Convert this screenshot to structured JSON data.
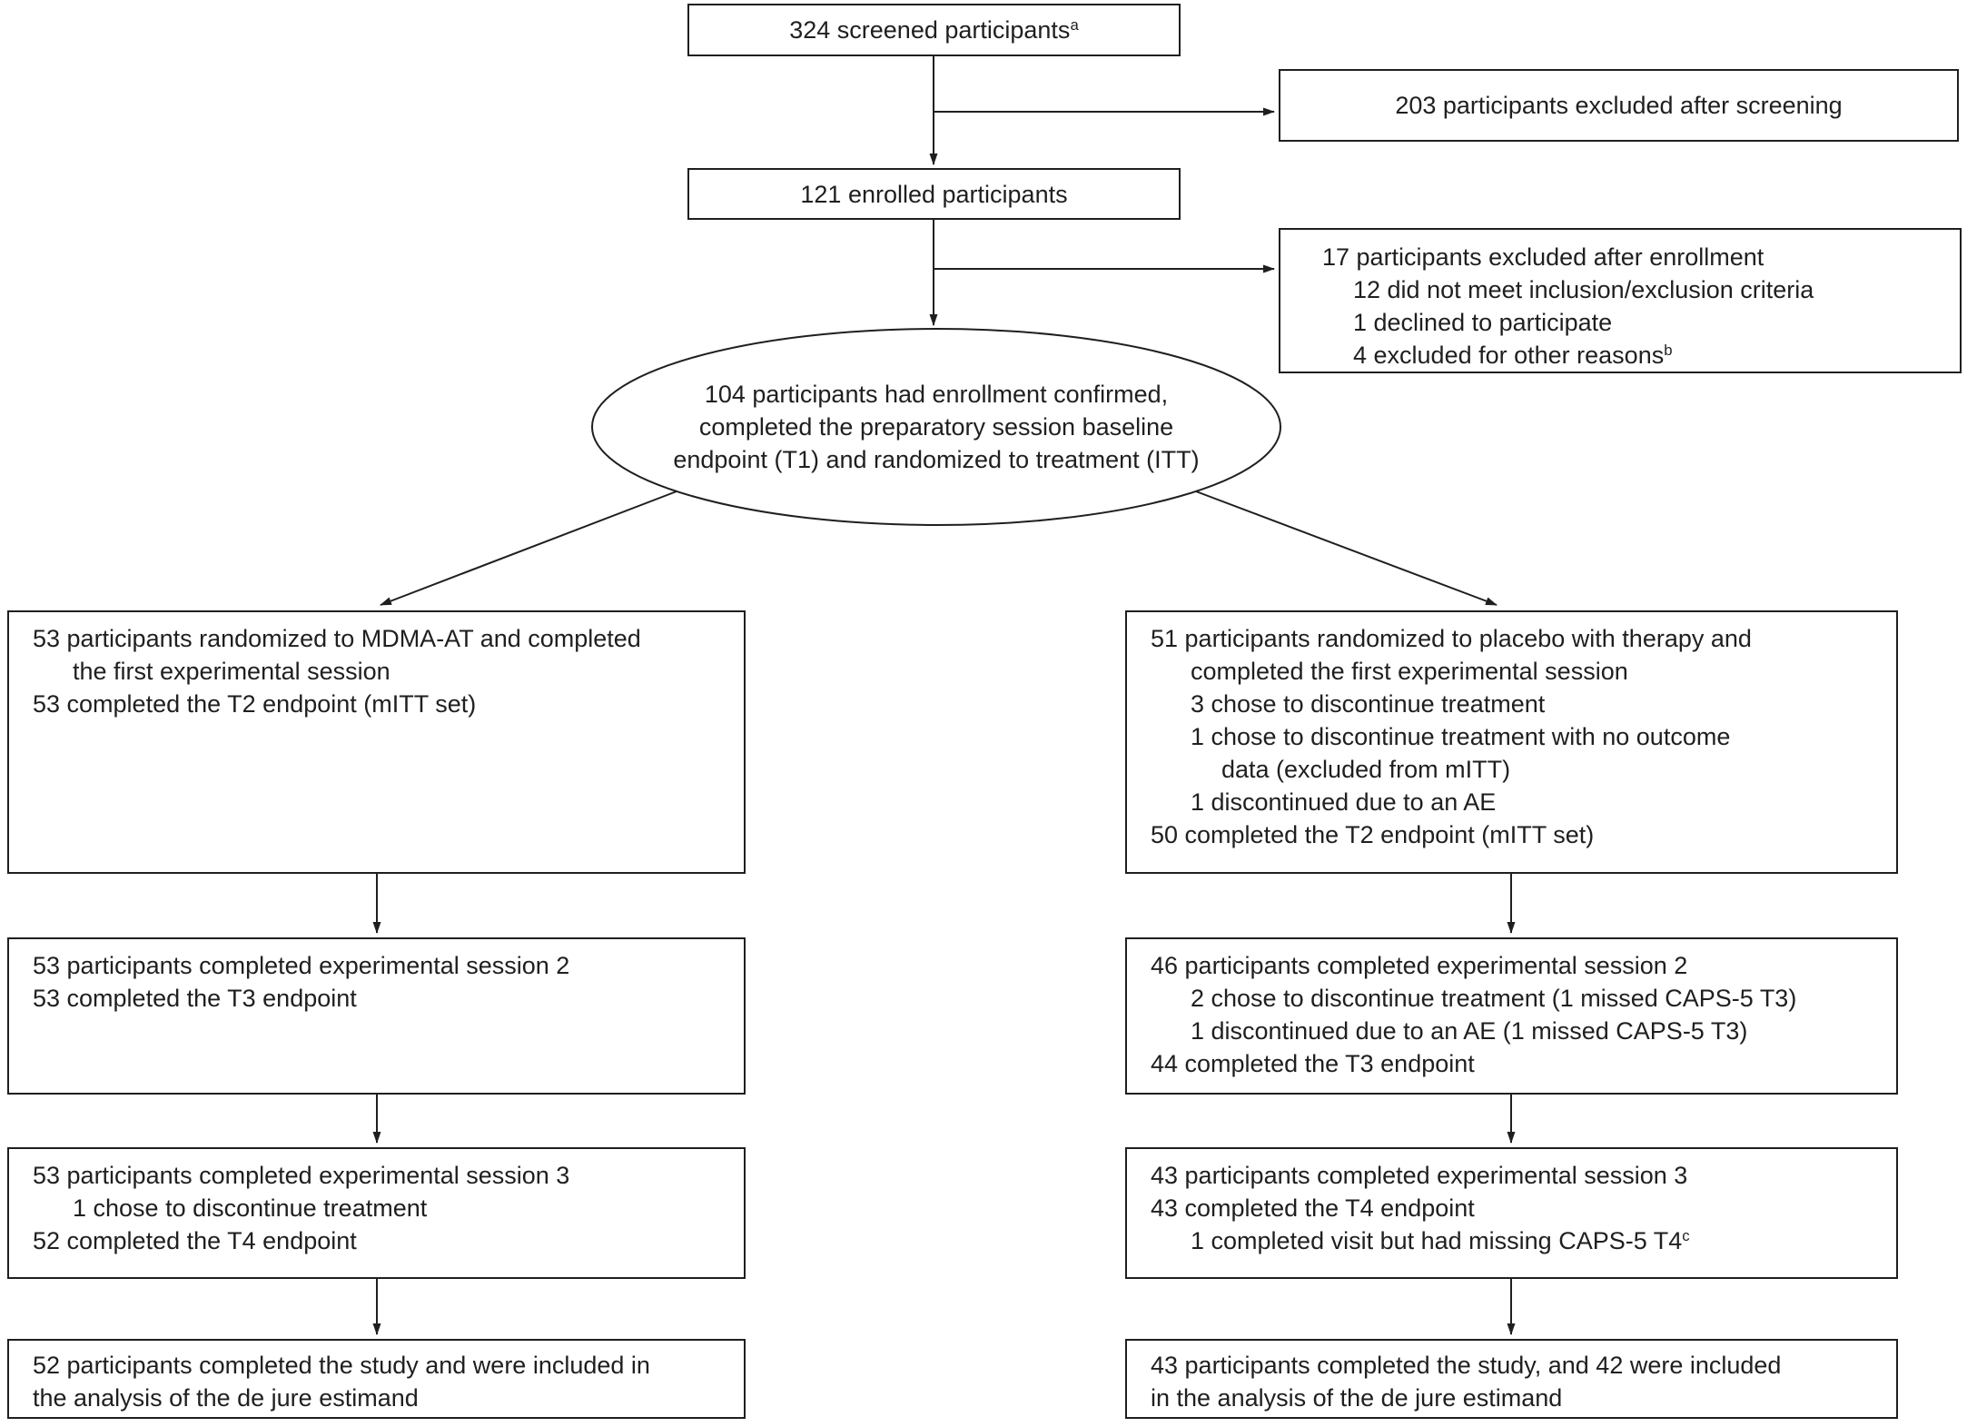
{
  "figure": {
    "type": "consort-flow-diagram",
    "colors": {
      "line": "#1f1f1f",
      "text": "#1f1f1f",
      "background": "#ffffff"
    },
    "screened": {
      "text": "324 screened participants",
      "sup": "a"
    },
    "excluded_screening": {
      "text": "203 participants excluded after screening"
    },
    "enrolled": {
      "text": "121 enrolled participants"
    },
    "excluded_enrollment": {
      "lines": [
        {
          "text": "17 participants excluded after enrollment"
        },
        {
          "text": "12 did not meet inclusion/exclusion criteria"
        },
        {
          "text": "1 declined to participate"
        },
        {
          "text": "4 excluded for other reasons",
          "sup": "b"
        }
      ]
    },
    "randomized_ellipse": {
      "lines": [
        {
          "text": "104 participants had enrollment confirmed,"
        },
        {
          "text": "completed the preparatory session baseline"
        },
        {
          "text": "endpoint (T1) and randomized to treatment (ITT)"
        }
      ]
    },
    "mdma_arm": {
      "s1": {
        "lines": [
          {
            "text": "53 participants randomized to MDMA-AT and completed"
          },
          {
            "text": "the first experimental session"
          },
          {
            "text": "53 completed the T2 endpoint (mITT set)"
          }
        ]
      },
      "s2": {
        "lines": [
          {
            "text": "53 participants completed experimental session 2"
          },
          {
            "text": "53 completed the T3 endpoint"
          }
        ]
      },
      "s3": {
        "lines": [
          {
            "text": "53 participants completed experimental session 3"
          },
          {
            "text": "1 chose to discontinue treatment"
          },
          {
            "text": "52 completed the T4 endpoint"
          }
        ]
      },
      "final": {
        "lines": [
          {
            "text": "52 participants completed the study and were included in"
          },
          {
            "text": "the analysis of the de jure estimand"
          }
        ]
      }
    },
    "placebo_arm": {
      "s1": {
        "lines": [
          {
            "text": "51 participants randomized to placebo with therapy and"
          },
          {
            "text": "completed the first experimental session"
          },
          {
            "text": "3 chose to discontinue treatment"
          },
          {
            "text": "1 chose to discontinue treatment with no outcome"
          },
          {
            "text": "data (excluded from mITT)"
          },
          {
            "text": "1 discontinued due to an AE"
          },
          {
            "text": "50 completed the T2 endpoint (mITT set)"
          }
        ]
      },
      "s2": {
        "lines": [
          {
            "text": "46 participants completed experimental session 2"
          },
          {
            "text": "2 chose to discontinue treatment (1 missed CAPS-5 T3)"
          },
          {
            "text": "1 discontinued due to an AE (1 missed CAPS-5 T3)"
          },
          {
            "text": "44 completed the T3 endpoint"
          }
        ]
      },
      "s3": {
        "lines": [
          {
            "text": "43 participants completed experimental session 3"
          },
          {
            "text": "43 completed the T4 endpoint"
          },
          {
            "text": "1 completed visit but had missing CAPS-5 T4",
            "sup": "c"
          }
        ]
      },
      "final": {
        "lines": [
          {
            "text": "43 participants completed the study, and 42 were included"
          },
          {
            "text": "in the analysis of the de jure estimand"
          }
        ]
      }
    }
  }
}
